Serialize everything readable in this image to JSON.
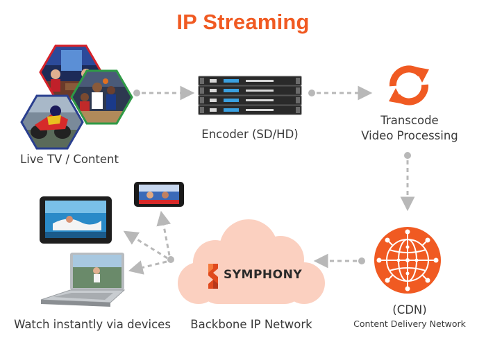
{
  "title": "IP Streaming",
  "nodes": {
    "content": {
      "label": "Live TV / Content"
    },
    "encoder": {
      "label": "Encoder (SD/HD)"
    },
    "transcode": {
      "label_line1": "Transcode",
      "label_line2": "Video Processing"
    },
    "cdn": {
      "label_line1": "(CDN)",
      "label_line2": "Content Delivery Network"
    },
    "backbone": {
      "label": "Backbone IP Network",
      "brand": "SYMPHONY"
    },
    "devices": {
      "label": "Watch instantly via devices"
    }
  },
  "colors": {
    "accent": "#f05a22",
    "cloud": "#fbd0c0",
    "connector": "#b8b8b8",
    "hex_red": "#d6222a",
    "hex_green": "#2f9a46",
    "hex_blue": "#2a3f8f"
  },
  "icons": [
    "refresh-icon",
    "globe-network-icon",
    "symphony-logo-icon",
    "rack-server-icon",
    "tablet-icon",
    "phone-icon",
    "laptop-icon"
  ]
}
